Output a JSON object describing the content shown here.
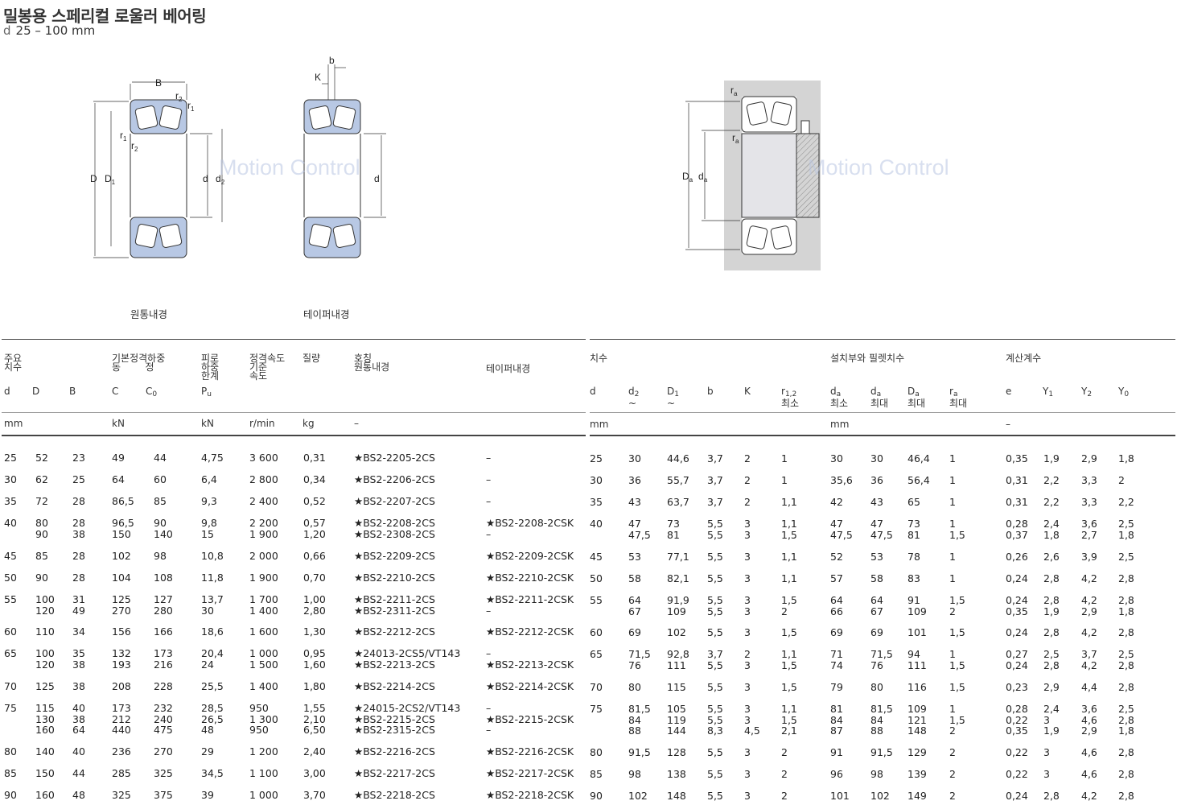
{
  "title": "밀봉용 스페리컬 로울러 베어링",
  "subtitle": {
    "symbol": "d",
    "range": "25 – 100 mm"
  },
  "watermark": "Motion Control",
  "figure_labels": {
    "cylindrical": "원통내경",
    "tapered": "테이퍼내경",
    "fig1": [
      "B",
      "r2",
      "r1",
      "r1",
      "r2",
      "D",
      "D1",
      "d",
      "d2"
    ],
    "fig2": [
      "b",
      "K",
      "d"
    ],
    "fig3": [
      "ra",
      "ra",
      "Da",
      "da"
    ]
  },
  "left_table": {
    "group_headers": {
      "main_dims": "주요\n치수",
      "load": "기본정격하중\n동        정",
      "fatigue": "피로\n하중\n한계",
      "speed": "정격속도\n기준\n속도",
      "mass": "질량",
      "designation": "호칭\n원통내경",
      "tapered": "테이퍼내경"
    },
    "symbols": {
      "d": "d",
      "D": "D",
      "B": "B",
      "C": "C",
      "C0": "C",
      "C0_sub": "0",
      "Pu": "P",
      "Pu_sub": "u"
    },
    "units": {
      "mm": "mm",
      "kN1": "kN",
      "kN2": "kN",
      "rpm": "r/min",
      "kg": "kg",
      "dash": "–"
    },
    "rows": [
      {
        "d": "25",
        "D": "52",
        "B": "23",
        "C": "49",
        "C0": "44",
        "Pu": "4,75",
        "speed": "3 600",
        "mass": "0,31",
        "des": "★BS2-2205-2CS",
        "tap": "–"
      },
      {
        "d": "30",
        "D": "62",
        "B": "25",
        "C": "64",
        "C0": "60",
        "Pu": "6,4",
        "speed": "2 800",
        "mass": "0,34",
        "des": "★BS2-2206-2CS",
        "tap": "–"
      },
      {
        "d": "35",
        "D": "72",
        "B": "28",
        "C": "86,5",
        "C0": "85",
        "Pu": "9,3",
        "speed": "2 400",
        "mass": "0,52",
        "des": "★BS2-2207-2CS",
        "tap": "–"
      },
      {
        "d": "40",
        "D": "80\n90",
        "B": "28\n38",
        "C": "96,5\n150",
        "C0": "90\n140",
        "Pu": "9,8\n15",
        "speed": "2 200\n1 900",
        "mass": "0,57\n1,20",
        "des": "★BS2-2208-2CS\n★BS2-2308-2CS",
        "tap": "★BS2-2208-2CSK\n–"
      },
      {
        "d": "45",
        "D": "85",
        "B": "28",
        "C": "102",
        "C0": "98",
        "Pu": "10,8",
        "speed": "2 000",
        "mass": "0,66",
        "des": "★BS2-2209-2CS",
        "tap": "★BS2-2209-2CSK"
      },
      {
        "d": "50",
        "D": "90",
        "B": "28",
        "C": "104",
        "C0": "108",
        "Pu": "11,8",
        "speed": "1 900",
        "mass": "0,70",
        "des": "★BS2-2210-2CS",
        "tap": "★BS2-2210-2CSK"
      },
      {
        "d": "55",
        "D": "100\n120",
        "B": "31\n49",
        "C": "125\n270",
        "C0": "127\n280",
        "Pu": "13,7\n30",
        "speed": "1 700\n1 400",
        "mass": "1,00\n2,80",
        "des": "★BS2-2211-2CS\n★BS2-2311-2CS",
        "tap": "★BS2-2211-2CSK\n–"
      },
      {
        "d": "60",
        "D": "110",
        "B": "34",
        "C": "156",
        "C0": "166",
        "Pu": "18,6",
        "speed": "1 600",
        "mass": "1,30",
        "des": "★BS2-2212-2CS",
        "tap": "★BS2-2212-2CSK"
      },
      {
        "d": "65",
        "D": "100\n120",
        "B": "35\n38",
        "C": "132\n193",
        "C0": "173\n216",
        "Pu": "20,4\n24",
        "speed": "1 000\n1 500",
        "mass": "0,95\n1,60",
        "des": "★24013-2CS5/VT143\n★BS2-2213-2CS",
        "tap": "–\n★BS2-2213-2CSK"
      },
      {
        "d": "70",
        "D": "125",
        "B": "38",
        "C": "208",
        "C0": "228",
        "Pu": "25,5",
        "speed": "1 400",
        "mass": "1,80",
        "des": "★BS2-2214-2CS",
        "tap": "★BS2-2214-2CSK"
      },
      {
        "d": "75",
        "D": "115\n130\n160",
        "B": "40\n38\n64",
        "C": "173\n212\n440",
        "C0": "232\n240\n475",
        "Pu": "28,5\n26,5\n48",
        "speed": "950\n1 300\n950",
        "mass": "1,55\n2,10\n6,50",
        "des": "★24015-2CS2/VT143\n★BS2-2215-2CS\n★BS2-2315-2CS",
        "tap": "–\n★BS2-2215-2CSK\n–"
      },
      {
        "d": "80",
        "D": "140",
        "B": "40",
        "C": "236",
        "C0": "270",
        "Pu": "29",
        "speed": "1 200",
        "mass": "2,40",
        "des": "★BS2-2216-2CS",
        "tap": "★BS2-2216-2CSK"
      },
      {
        "d": "85",
        "D": "150",
        "B": "44",
        "C": "285",
        "C0": "325",
        "Pu": "34,5",
        "speed": "1 100",
        "mass": "3,00",
        "des": "★BS2-2217-2CS",
        "tap": "★BS2-2217-2CSK"
      },
      {
        "d": "90",
        "D": "160",
        "B": "48",
        "C": "325",
        "C0": "375",
        "Pu": "39",
        "speed": "1 000",
        "mass": "3,70",
        "des": "★BS2-2218-2CS",
        "tap": "★BS2-2218-2CSK"
      }
    ]
  },
  "right_table": {
    "group_headers": {
      "dims": "치수",
      "abutment": "설치부와 필렛치수",
      "factors": "계산계수"
    },
    "symbols": {
      "d": "d",
      "d2": "d",
      "d2_sub": "2",
      "D1": "D",
      "D1_sub": "1",
      "approx": "~",
      "b": "b",
      "K": "K",
      "r12": "r",
      "r12_sub": "1,2",
      "min": "최소",
      "da_min": "d",
      "da_sub": "a",
      "max": "최대",
      "Da": "D",
      "Da_sub": "a",
      "ra": "r",
      "ra_sub": "a",
      "e": "e",
      "Y1": "Y",
      "Y1_sub": "1",
      "Y2": "Y",
      "Y2_sub": "2",
      "Y0": "Y",
      "Y0_sub": "0"
    },
    "units": {
      "mm1": "mm",
      "mm2": "mm",
      "dash": "–"
    },
    "rows": [
      {
        "d": "25",
        "d2": "30",
        "D1": "44,6",
        "b": "3,7",
        "K": "2",
        "r12": "1",
        "damin": "30",
        "damax": "30",
        "Damax": "46,4",
        "ramax": "1",
        "e": "0,35",
        "Y1": "1,9",
        "Y2": "2,9",
        "Y0": "1,8"
      },
      {
        "d": "30",
        "d2": "36",
        "D1": "55,7",
        "b": "3,7",
        "K": "2",
        "r12": "1",
        "damin": "35,6",
        "damax": "36",
        "Damax": "56,4",
        "ramax": "1",
        "e": "0,31",
        "Y1": "2,2",
        "Y2": "3,3",
        "Y0": "2"
      },
      {
        "d": "35",
        "d2": "43",
        "D1": "63,7",
        "b": "3,7",
        "K": "2",
        "r12": "1,1",
        "damin": "42",
        "damax": "43",
        "Damax": "65",
        "ramax": "1",
        "e": "0,31",
        "Y1": "2,2",
        "Y2": "3,3",
        "Y0": "2,2"
      },
      {
        "d": "40",
        "d2": "47\n47,5",
        "D1": "73\n81",
        "b": "5,5\n5,5",
        "K": "3\n3",
        "r12": "1,1\n1,5",
        "damin": "47\n47,5",
        "damax": "47\n47,5",
        "Damax": "73\n81",
        "ramax": "1\n1,5",
        "e": "0,28\n0,37",
        "Y1": "2,4\n1,8",
        "Y2": "3,6\n2,7",
        "Y0": "2,5\n1,8"
      },
      {
        "d": "45",
        "d2": "53",
        "D1": "77,1",
        "b": "5,5",
        "K": "3",
        "r12": "1,1",
        "damin": "52",
        "damax": "53",
        "Damax": "78",
        "ramax": "1",
        "e": "0,26",
        "Y1": "2,6",
        "Y2": "3,9",
        "Y0": "2,5"
      },
      {
        "d": "50",
        "d2": "58",
        "D1": "82,1",
        "b": "5,5",
        "K": "3",
        "r12": "1,1",
        "damin": "57",
        "damax": "58",
        "Damax": "83",
        "ramax": "1",
        "e": "0,24",
        "Y1": "2,8",
        "Y2": "4,2",
        "Y0": "2,8"
      },
      {
        "d": "55",
        "d2": "64\n67",
        "D1": "91,9\n109",
        "b": "5,5\n5,5",
        "K": "3\n3",
        "r12": "1,5\n2",
        "damin": "64\n66",
        "damax": "64\n67",
        "Damax": "91\n109",
        "ramax": "1,5\n2",
        "e": "0,24\n0,35",
        "Y1": "2,8\n1,9",
        "Y2": "4,2\n2,9",
        "Y0": "2,8\n1,8"
      },
      {
        "d": "60",
        "d2": "69",
        "D1": "102",
        "b": "5,5",
        "K": "3",
        "r12": "1,5",
        "damin": "69",
        "damax": "69",
        "Damax": "101",
        "ramax": "1,5",
        "e": "0,24",
        "Y1": "2,8",
        "Y2": "4,2",
        "Y0": "2,8"
      },
      {
        "d": "65",
        "d2": "71,5\n76",
        "D1": "92,8\n111",
        "b": "3,7\n5,5",
        "K": "2\n3",
        "r12": "1,1\n1,5",
        "damin": "71\n74",
        "damax": "71,5\n76",
        "Damax": "94\n111",
        "ramax": "1\n1,5",
        "e": "0,27\n0,24",
        "Y1": "2,5\n2,8",
        "Y2": "3,7\n4,2",
        "Y0": "2,5\n2,8"
      },
      {
        "d": "70",
        "d2": "80",
        "D1": "115",
        "b": "5,5",
        "K": "3",
        "r12": "1,5",
        "damin": "79",
        "damax": "80",
        "Damax": "116",
        "ramax": "1,5",
        "e": "0,23",
        "Y1": "2,9",
        "Y2": "4,4",
        "Y0": "2,8"
      },
      {
        "d": "75",
        "d2": "81,5\n84\n88",
        "D1": "105\n119\n144",
        "b": "5,5\n5,5\n8,3",
        "K": "3\n3\n4,5",
        "r12": "1,1\n1,5\n2,1",
        "damin": "81\n84\n87",
        "damax": "81,5\n84\n88",
        "Damax": "109\n121\n148",
        "ramax": "1\n1,5\n2",
        "e": "0,28\n0,22\n0,35",
        "Y1": "2,4\n3\n1,9",
        "Y2": "3,6\n4,6\n2,9",
        "Y0": "2,5\n2,8\n1,8"
      },
      {
        "d": "80",
        "d2": "91,5",
        "D1": "128",
        "b": "5,5",
        "K": "3",
        "r12": "2",
        "damin": "91",
        "damax": "91,5",
        "Damax": "129",
        "ramax": "2",
        "e": "0,22",
        "Y1": "3",
        "Y2": "4,6",
        "Y0": "2,8"
      },
      {
        "d": "85",
        "d2": "98",
        "D1": "138",
        "b": "5,5",
        "K": "3",
        "r12": "2",
        "damin": "96",
        "damax": "98",
        "Damax": "139",
        "ramax": "2",
        "e": "0,22",
        "Y1": "3",
        "Y2": "4,6",
        "Y0": "2,8"
      },
      {
        "d": "90",
        "d2": "102",
        "D1": "148",
        "b": "5,5",
        "K": "3",
        "r12": "2",
        "damin": "101",
        "damax": "102",
        "Damax": "149",
        "ramax": "2",
        "e": "0,24",
        "Y1": "2,8",
        "Y2": "4,2",
        "Y0": "2,8"
      }
    ]
  }
}
